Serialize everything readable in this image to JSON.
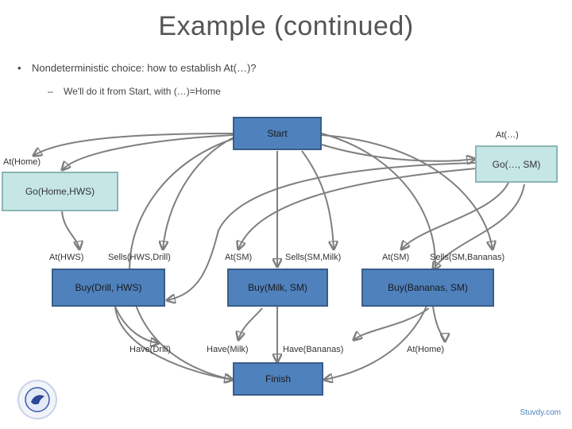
{
  "slide": {
    "title": "Example (continued)",
    "bullets": [
      {
        "marker": "•",
        "text": "Nondeterministic choice: how to establish At(…)?"
      },
      {
        "marker": "–",
        "text": "We'll do it from Start, with (…)=Home"
      }
    ],
    "footer": "Stuvdy.com"
  },
  "diagram": {
    "nodes": {
      "start": "Start",
      "finish": "Finish",
      "go_home_hws": "Go(Home,HWS)",
      "go_sm": "Go(…, SM)",
      "buy_drill": "Buy(Drill, HWS)",
      "buy_milk": "Buy(Milk, SM)",
      "buy_bananas": "Buy(Bananas, SM)"
    },
    "labels": {
      "at_home_left": "At(Home)",
      "at_sm_top": "At(…)",
      "at_hws": "At(HWS)",
      "sells_hws_drill": "Sells(HWS,Drill)",
      "at_sm_mid": "At(SM)",
      "sells_sm_milk": "Sells(SM,Milk)",
      "at_sm_right": "At(SM)",
      "sells_sm_bananas": "Sells(SM,Bananas)",
      "have_drill": "Have(Drill)",
      "have_milk": "Have(Milk)",
      "have_bananas": "Have(Bananas)",
      "at_home_bottom": "At(Home)"
    }
  }
}
